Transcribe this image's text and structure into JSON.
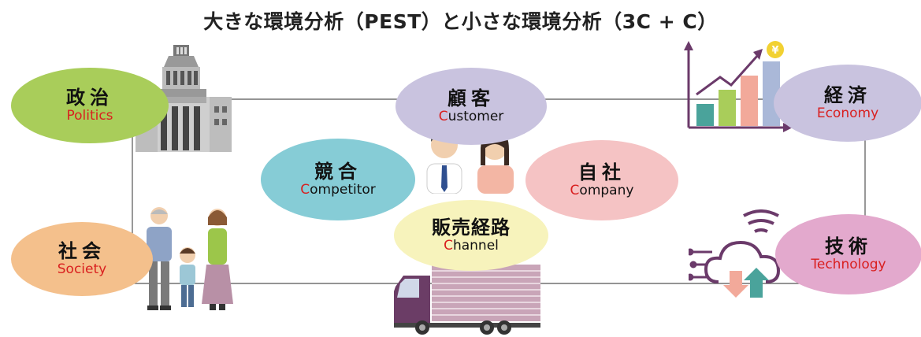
{
  "title": "大きな環境分析（PEST）と小さな環境分析（3C + C）",
  "nodes": {
    "politics": {
      "jp": "政治",
      "en": "Politics"
    },
    "economy": {
      "jp": "経済",
      "en": "Economy"
    },
    "society": {
      "jp": "社会",
      "en": "Society"
    },
    "technology": {
      "jp": "技術",
      "en": "Technology"
    },
    "customer": {
      "jp": "顧客",
      "en_first": "C",
      "en_rest": "ustomer"
    },
    "competitor": {
      "jp": "競合",
      "en_first": "C",
      "en_rest": "ompetitor"
    },
    "company": {
      "jp": "自社",
      "en_first": "C",
      "en_rest": "ompany"
    },
    "channel": {
      "jp": "販売経路",
      "en_first": "C",
      "en_rest": "hannel"
    }
  },
  "illustrations": {
    "yen_symbol": "¥"
  },
  "colors": {
    "politics": "#a9cd5a",
    "economy": "#c9c3df",
    "society": "#f4c08c",
    "technology": "#e3a9cd",
    "customer": "#c9c3df",
    "competitor": "#86ccd6",
    "company": "#f5c3c4",
    "channel": "#f7f3bc",
    "accent_red": "#d91f1f"
  }
}
